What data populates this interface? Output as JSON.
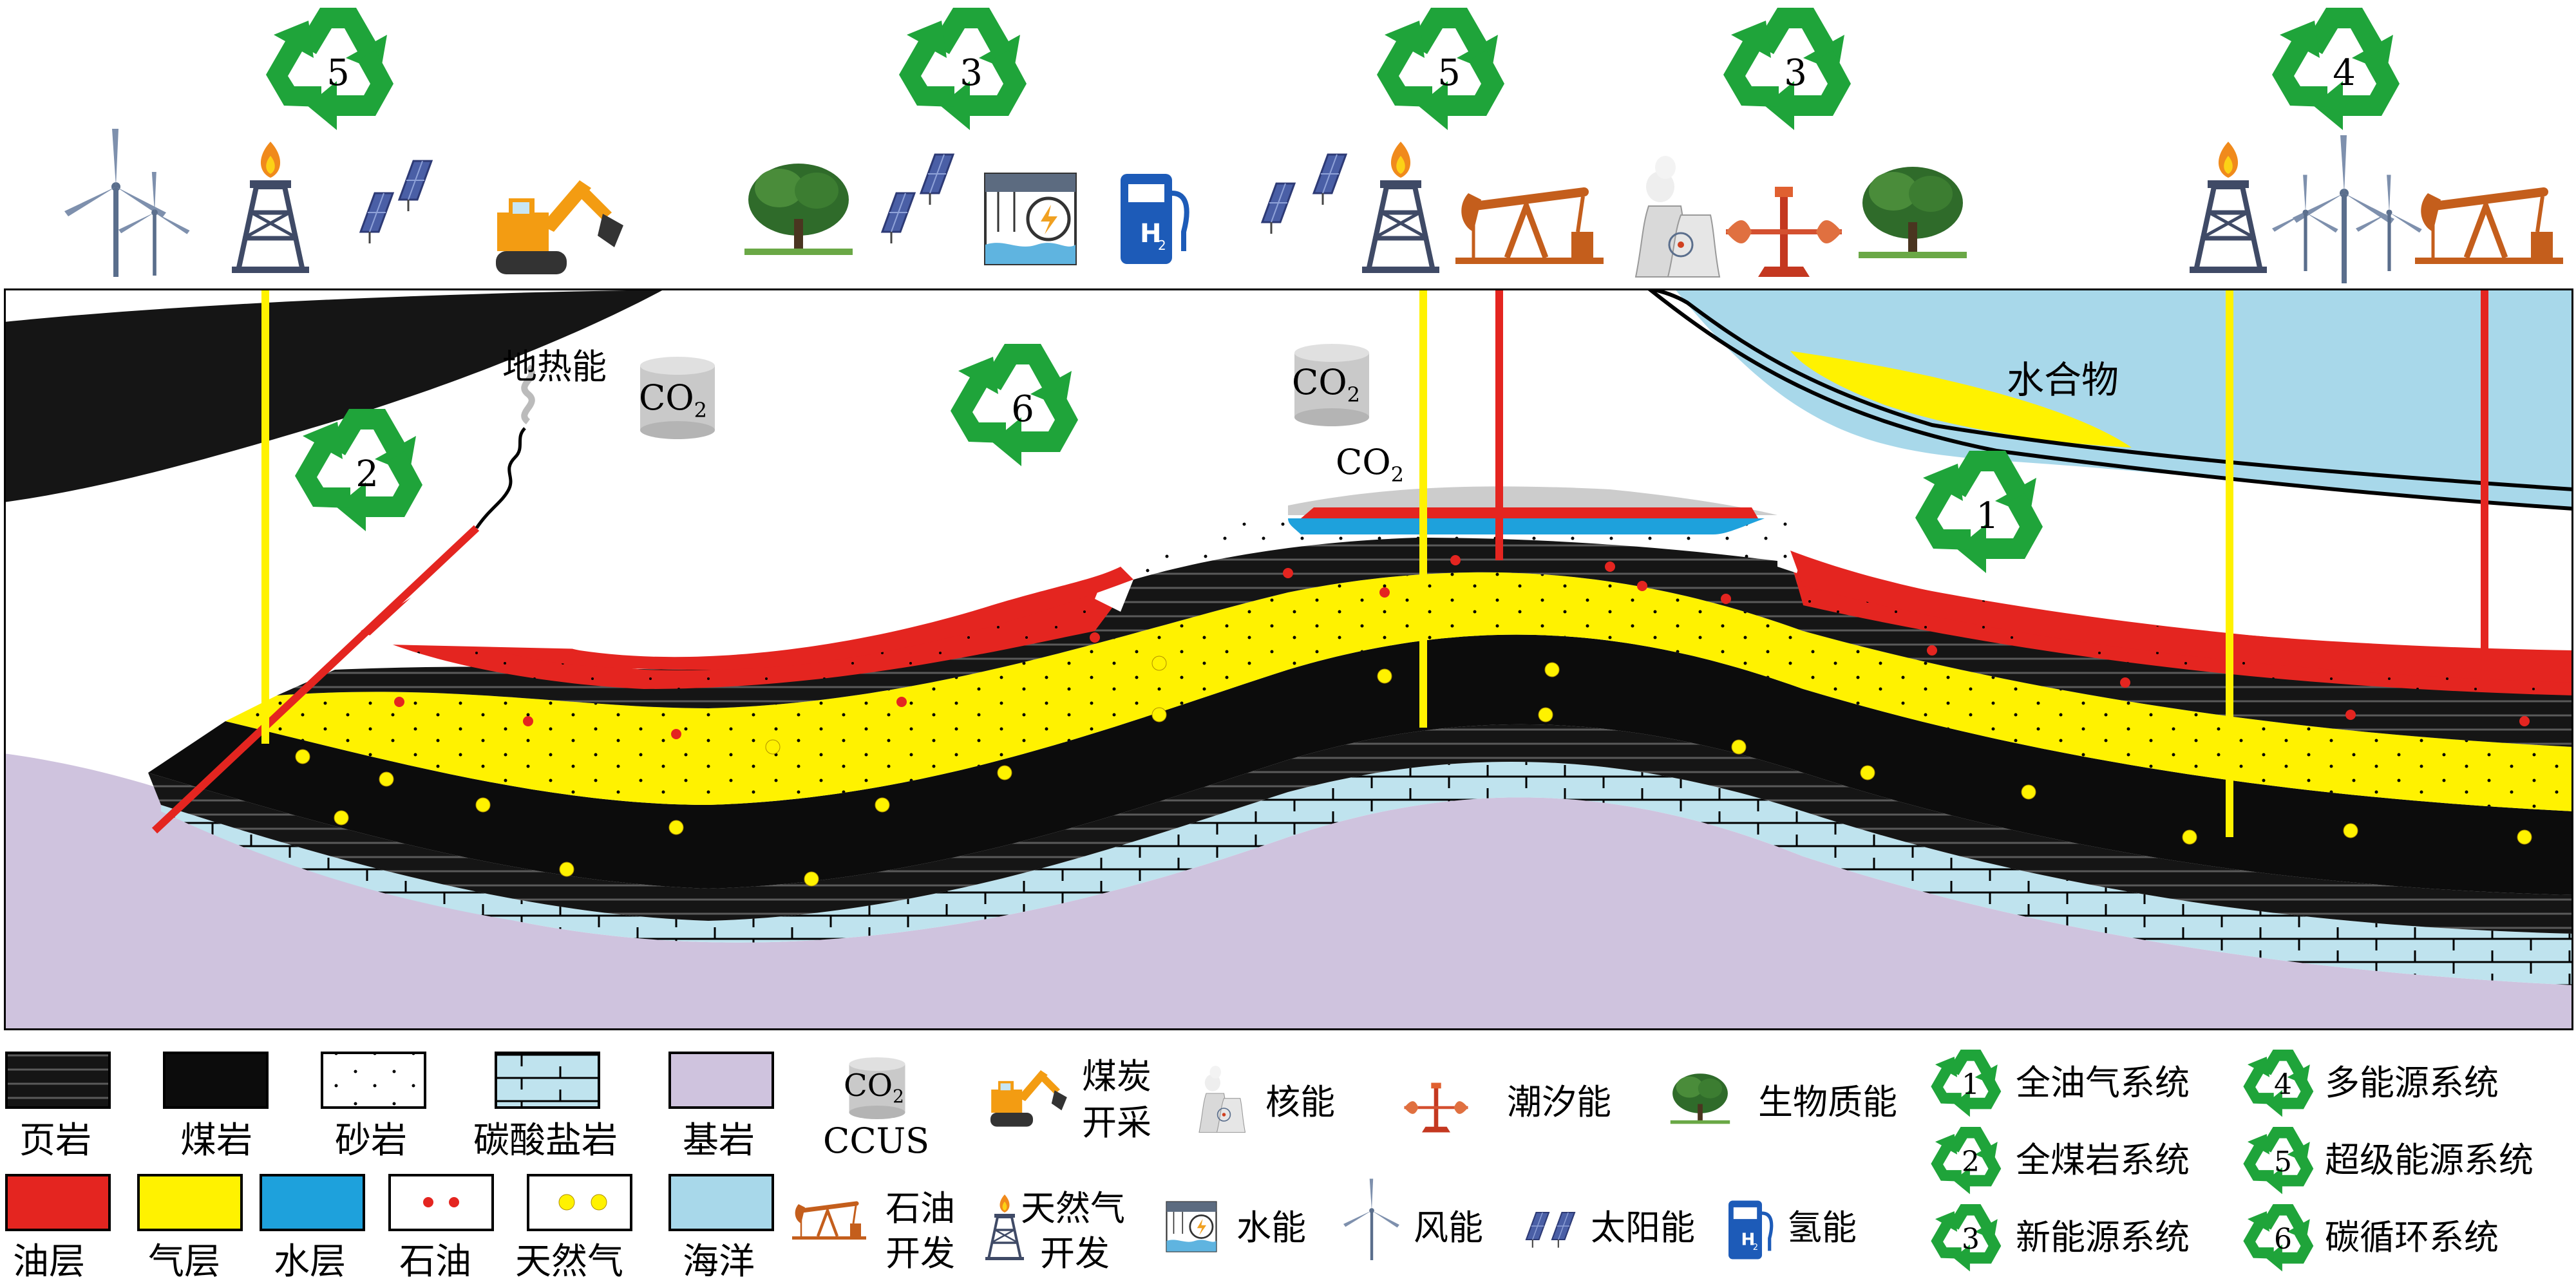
{
  "colors": {
    "shale": "#141414",
    "coal": "#0a0a0a",
    "oil": "#e42520",
    "gas": "#fff200",
    "water": "#1ea1dc",
    "ocean": "#a8d8ea",
    "basement": "#cfc3de",
    "carbonate": "#bfe3ee",
    "recycle_green": "#1fa43a",
    "sandstone": "#ffffff"
  },
  "labels": {
    "geothermal": "地热能",
    "hydrate": "水合物",
    "co2_main": "CO",
    "co2_sub": "2"
  },
  "cycles_on_surface": [
    {
      "num": "5"
    },
    {
      "num": "3"
    },
    {
      "num": "5"
    },
    {
      "num": "3"
    },
    {
      "num": "4"
    }
  ],
  "cycles_subsurface": [
    {
      "num": "2"
    },
    {
      "num": "6"
    },
    {
      "num": "1"
    }
  ],
  "legend": {
    "rocks_row1": [
      "页岩",
      "煤岩",
      "砂岩",
      "碳酸盐岩",
      "基岩"
    ],
    "rocks_row2": [
      "油层",
      "气层",
      "水层",
      "石油",
      "天然气",
      "海洋"
    ],
    "ccus": "CCUS",
    "coal_mining": [
      "煤炭",
      "开采"
    ],
    "nuclear": "核能",
    "tidal": "潮汐能",
    "biomass": "生物质能",
    "oil_dev": [
      "石油",
      "开发"
    ],
    "gas_dev": [
      "天然气",
      "开发"
    ],
    "hydro": "水能",
    "wind": "风能",
    "solar": "太阳能",
    "hydrogen": "氢能",
    "systems": [
      {
        "num": "1",
        "label": "全油气系统"
      },
      {
        "num": "2",
        "label": "全煤岩系统"
      },
      {
        "num": "3",
        "label": "新能源系统"
      },
      {
        "num": "4",
        "label": "多能源系统"
      },
      {
        "num": "5",
        "label": "超级能源系统"
      },
      {
        "num": "6",
        "label": "碳循环系统"
      }
    ]
  }
}
